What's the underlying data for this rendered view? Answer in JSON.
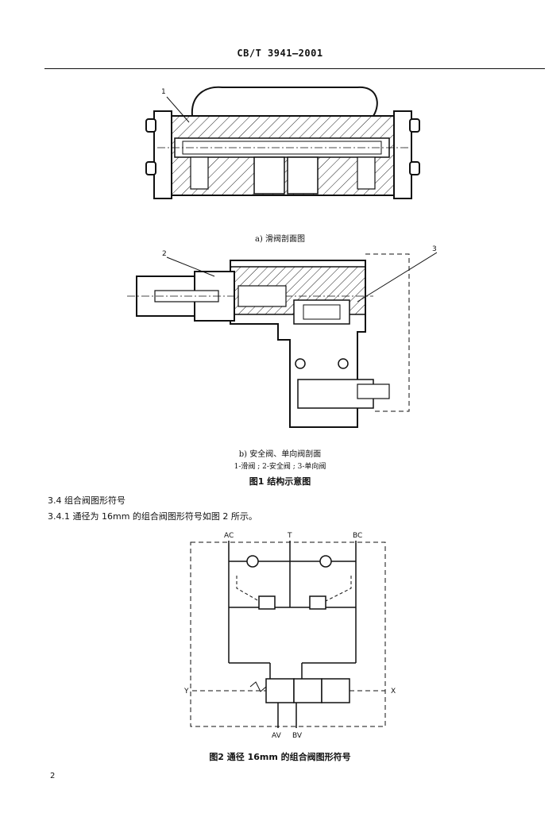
{
  "header": {
    "standard_number": "CB/T 3941—2001"
  },
  "figure1": {
    "sub_a": {
      "caption": "a) 滑阀剖面图",
      "callout": "1"
    },
    "sub_b": {
      "caption": "b) 安全阀、单向阀剖面",
      "callouts": [
        "2",
        "3"
      ]
    },
    "legend": "1-滑阀 ; 2-安全阀 ; 3-单向阀",
    "title": "图1   结构示意图"
  },
  "section": {
    "heading": "3.4   组合阀图形符号",
    "paragraph": "3.4.1   通径为 16mm 的组合阀图形符号如图 2 所示。"
  },
  "figure2": {
    "ports": {
      "ac": "AC",
      "t": "T",
      "bc": "BC",
      "y": "Y",
      "x": "X",
      "av": "AV",
      "bv": "BV"
    },
    "title": "图2   通径 16mm 的组合阀图形符号"
  },
  "footer": {
    "page_number": "2"
  }
}
